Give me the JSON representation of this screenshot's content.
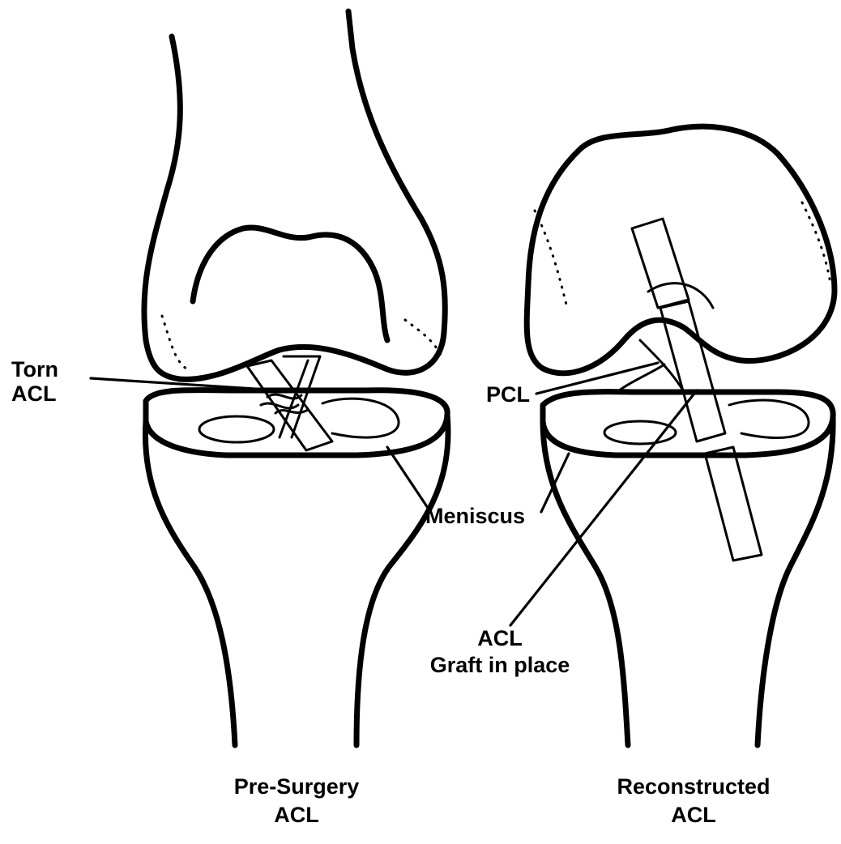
{
  "labels": {
    "torn_line1": "Torn",
    "torn_line2": "ACL",
    "pcl": "PCL",
    "meniscus": "Meniscus",
    "graft_line1": "ACL",
    "graft_line2": "Graft in place",
    "pre_line1": "Pre-Surgery",
    "pre_line2": "ACL",
    "recon_line1": "Reconstructed",
    "recon_line2": "ACL"
  },
  "colors": {
    "ink": "#000000",
    "paper": "#ffffff"
  }
}
